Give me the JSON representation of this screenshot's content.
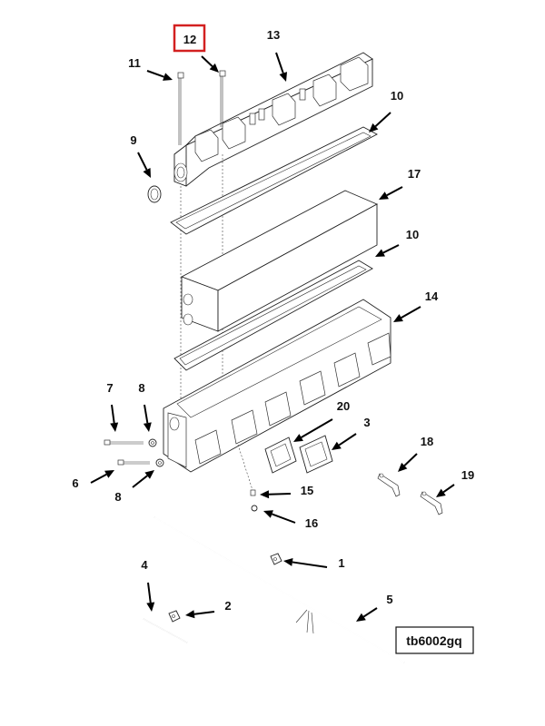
{
  "callouts": [
    {
      "id": "c1",
      "label": "1"
    },
    {
      "id": "c2",
      "label": "2"
    },
    {
      "id": "c3",
      "label": "3"
    },
    {
      "id": "c4",
      "label": "4"
    },
    {
      "id": "c5",
      "label": "5"
    },
    {
      "id": "c6",
      "label": "6"
    },
    {
      "id": "c7",
      "label": "7"
    },
    {
      "id": "c8a",
      "label": "8"
    },
    {
      "id": "c8b",
      "label": "8"
    },
    {
      "id": "c9",
      "label": "9"
    },
    {
      "id": "c10a",
      "label": "10"
    },
    {
      "id": "c10b",
      "label": "10"
    },
    {
      "id": "c11",
      "label": "11"
    },
    {
      "id": "c12",
      "label": "12",
      "highlighted": true
    },
    {
      "id": "c13",
      "label": "13"
    },
    {
      "id": "c14",
      "label": "14"
    },
    {
      "id": "c15",
      "label": "15"
    },
    {
      "id": "c16",
      "label": "16"
    },
    {
      "id": "c17",
      "label": "17"
    },
    {
      "id": "c18",
      "label": "18"
    },
    {
      "id": "c19",
      "label": "19"
    },
    {
      "id": "c20",
      "label": "20"
    }
  ],
  "reference_code": "tb6002gq",
  "highlight_color": "#d32020"
}
